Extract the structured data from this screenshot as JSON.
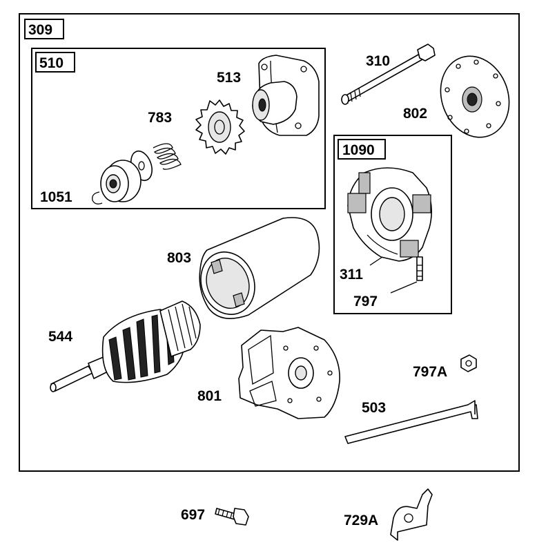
{
  "diagram": {
    "assembly_box": "309",
    "drive_box": "510",
    "brush_box": "1090",
    "parts": {
      "p513": "513",
      "p783": "783",
      "p1051": "1051",
      "p310": "310",
      "p802": "802",
      "p311": "311",
      "p797": "797",
      "p803": "803",
      "p544": "544",
      "p801": "801",
      "p797A": "797A",
      "p503": "503",
      "p697": "697",
      "p729A": "729A"
    }
  }
}
